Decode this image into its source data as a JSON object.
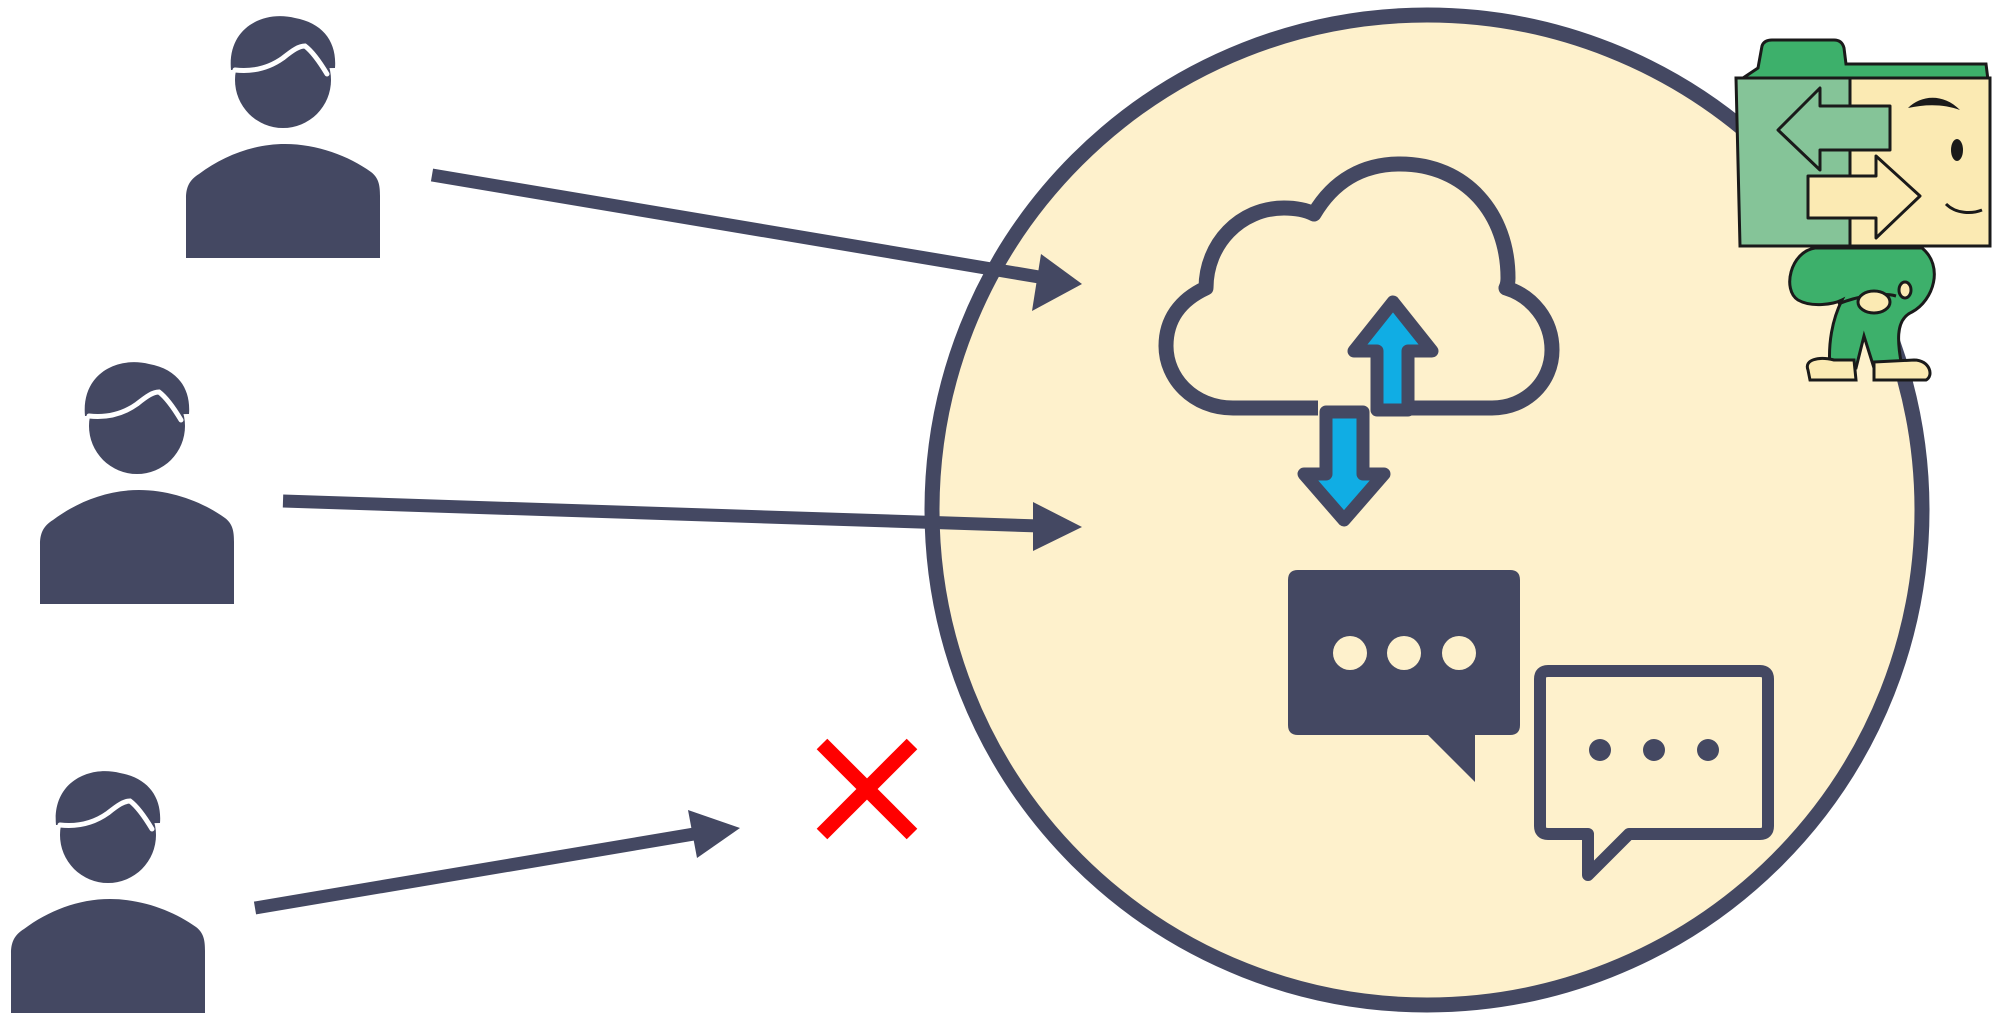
{
  "colors": {
    "ink": "#444862",
    "circle_fill": "#fef1cc",
    "arrow_blue": "#10ade4",
    "reject_red": "#ff0000",
    "mascot_green": "#3db06b",
    "mascot_green_light": "#85c498",
    "mascot_skin": "#fbeab3",
    "background": "#ffffff"
  },
  "users": [
    {
      "id": "user-1",
      "icon": "user-icon",
      "connection": "allowed"
    },
    {
      "id": "user-2",
      "icon": "user-icon",
      "connection": "allowed"
    },
    {
      "id": "user-3",
      "icon": "user-icon",
      "connection": "rejected"
    }
  ],
  "hub": {
    "shape": "circle",
    "icons": [
      "cloud-sync-icon",
      "upload-arrow-icon",
      "download-arrow-icon",
      "chat-bubble-filled-icon",
      "chat-bubble-outline-icon"
    ]
  },
  "rejection_marker": "x-mark-icon",
  "mascot": "folder-sync-mascot"
}
